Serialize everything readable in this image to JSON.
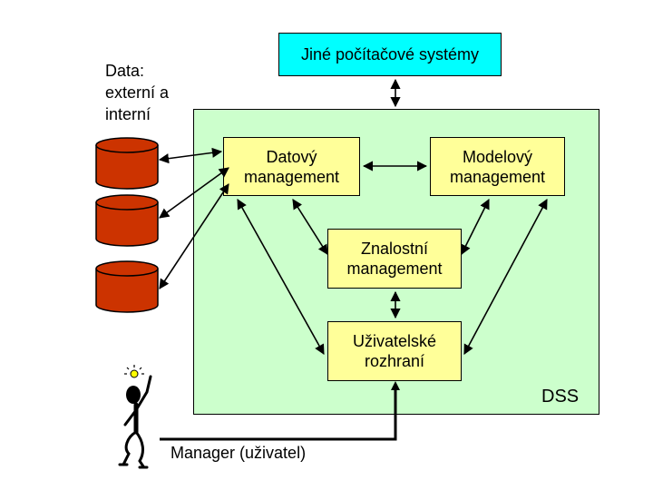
{
  "diagram": {
    "other_systems": "Jiné počítačové systémy",
    "data_label": "Data:\nexterní a\ninterní",
    "data_management": "Datový\nmanagement",
    "model_management": "Modelový\nmanagement",
    "knowledge_management": "Znalostní\nmanagement",
    "user_interface": "Uživatelské\nrozhraní",
    "dss_label": "DSS",
    "manager_label": "Manager (uživatel)"
  },
  "colors": {
    "dss_panel": "#ccffcc",
    "component_box": "#ffff99",
    "other_systems_box": "#00ffff",
    "database": "#cc3300"
  },
  "icons": [
    "database-icon",
    "person-icon",
    "lightbulb-icon"
  ]
}
